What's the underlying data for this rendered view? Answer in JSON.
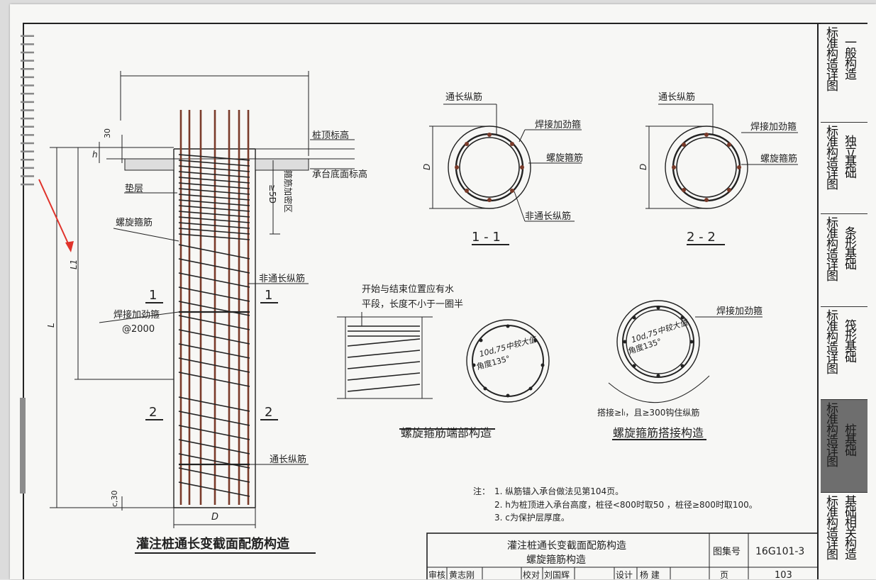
{
  "drawing": {
    "labels": {
      "pile_top": "桩顶标高",
      "cap_bottom": "承台底面标高",
      "cushion": "垫层",
      "spiral": "螺旋箍筋",
      "dense_zone": "箍筋加密区",
      "ge5d": "≥5D",
      "non_full_bar": "非通长纵筋",
      "weld_ring": "焊接加劲箍",
      "weld_spacing": "@2000",
      "full_bar": "通长纵筋",
      "h": "h",
      "dim30": "30",
      "L1": "L1",
      "L": "L",
      "c30": "c,30",
      "D": "D",
      "sec1": "1",
      "sec2": "2"
    },
    "main_title": "灌注桩通长变截面配筋构造",
    "section_1": {
      "title": "1 - 1",
      "full_bar": "通长纵筋",
      "weld": "焊接加劲箍",
      "spiral": "螺旋箍筋",
      "non_full": "非通长纵筋",
      "D": "D"
    },
    "section_2": {
      "title": "2 - 2",
      "full_bar": "通长纵筋",
      "weld": "焊接加劲箍",
      "spiral": "螺旋箍筋",
      "D": "D"
    },
    "end_detail": {
      "note_line1": "开始与结束位置应有水",
      "note_line2": "平段，长度不小于一圈半",
      "ring1_l1": "10d,75中较大值",
      "ring1_l2": "角度135°",
      "title": "螺旋箍筋端部构造"
    },
    "lap_detail": {
      "weld": "焊接加劲箍",
      "ring_l1": "10d,75中较大值",
      "ring_l2": "角度135°",
      "lap_note": "搭接≥lₗ，且≥300钩住纵筋",
      "title": "螺旋箍筋搭接构造"
    },
    "notes": {
      "head": "注：",
      "n1": "1.  纵筋锚入承台做法见第104页。",
      "n2": "2.  h为桩顶进入承台高度，桩径<800时取50 ，桩径≥800时取100。",
      "n3": "3.  c为保护层厚度。"
    },
    "titleblock": {
      "title1": "灌注桩通长变截面配筋构造",
      "title2": "螺旋箍筋构造",
      "atlas_label": "图集号",
      "atlas_no": "16G101-3",
      "review": "审核",
      "review_name": "黄志刚",
      "check": "校对",
      "check_name": "刘国辉",
      "design": "设计",
      "design_name": "杨  建",
      "page_label": "页",
      "page_no": "103"
    }
  },
  "side_tabs": [
    {
      "c1": [
        "标",
        "准",
        "构",
        "造",
        "详",
        "图"
      ],
      "c2": [
        "一",
        "般",
        "构",
        "造"
      ]
    },
    {
      "c1": [
        "标",
        "准",
        "构",
        "造",
        "详",
        "图"
      ],
      "c2": [
        "独",
        "立",
        "基",
        "础"
      ]
    },
    {
      "c1": [
        "标",
        "准",
        "构",
        "造",
        "详",
        "图"
      ],
      "c2": [
        "条",
        "形",
        "基",
        "础"
      ]
    },
    {
      "c1": [
        "标",
        "准",
        "构",
        "造",
        "详",
        "图"
      ],
      "c2": [
        "筏",
        "形",
        "基",
        "础"
      ]
    },
    {
      "c1": [
        "标",
        "准",
        "构",
        "造",
        "详",
        "图"
      ],
      "c2": [
        "桩",
        "基",
        "础"
      ]
    },
    {
      "c1": [
        "标",
        "准",
        "构",
        "造",
        "详",
        "图"
      ],
      "c2": [
        "基",
        "础",
        "相",
        "关",
        "构",
        "造"
      ]
    }
  ],
  "colors": {
    "rebar": "#7a3b2a",
    "ink": "#222222",
    "active_tab": "#6e6e6e",
    "arrow": "#e0332b"
  }
}
